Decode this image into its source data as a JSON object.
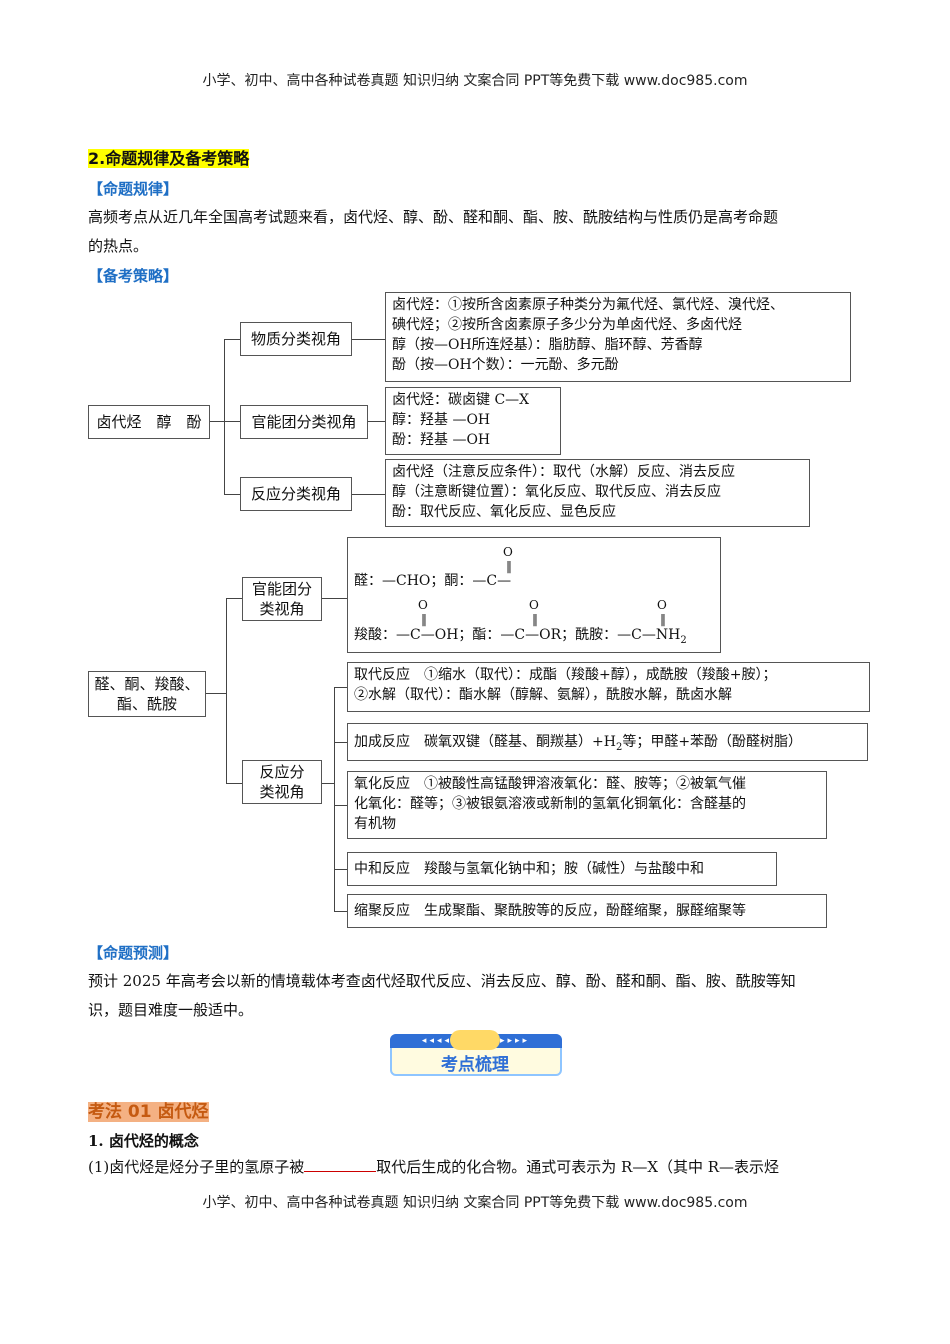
{
  "header": {
    "text": "小学、初中、高中各种试卷真题  知识归纳  文案合同  PPT等免费下载      www.doc985.com"
  },
  "footer": {
    "text": "小学、初中、高中各种试卷真题  知识归纳  文案合同  PPT等免费下载      www.doc985.com"
  },
  "section_title": "2.命题规律及备考策略",
  "rule_heading": "【命题规律】",
  "rule_text_1": "高频考点从近几年全国高考试题来看，卤代烃、醇、酚、醛和酮、酯、胺、酰胺结构与性质仍是高考命题",
  "rule_text_2": "的热点。",
  "strategy_heading": "【备考策略】",
  "map1": {
    "root": "卤代烃　醇　酚",
    "branches": [
      "物质分类视角",
      "官能团分类视角",
      "反应分类视角"
    ],
    "box1": [
      "卤代烃：①按所含卤素原子种类分为氟代烃、氯代烃、溴代烃、",
      "碘代烃；②按所含卤素原子多少分为单卤代烃、多卤代烃",
      "醇（按—OH所连烃基）：脂肪醇、脂环醇、芳香醇",
      "酚（按—OH个数）：一元酚、多元酚"
    ],
    "box2": [
      "卤代烃：碳卤键 C—X",
      "醇：羟基 —OH",
      "酚：羟基 —OH"
    ],
    "box3": [
      "卤代烃（注意反应条件）：取代（水解）反应、消去反应",
      "醇（注意断键位置）：氧化反应、取代反应、消去反应",
      "酚：取代反应、氧化反应、显色反应"
    ]
  },
  "map2": {
    "root": [
      "醛、酮、羧酸、",
      "酯、酰胺"
    ],
    "branch1": [
      "官能团分",
      "类视角"
    ],
    "branch2": [
      "反应分",
      "类视角"
    ],
    "fg": {
      "line1": "醛：—CHO；酮：—C—",
      "line2a": "羧酸：—C—OH；酯：—C—OR；酰胺：—C—NH",
      "sub2": "2",
      "o": "O"
    },
    "r1": [
      "取代反应　①缩水（取代）：成酯（羧酸+醇），成酰胺（羧酸+胺）；",
      "②水解（取代）：酯水解（醇解、氨解），酰胺水解，酰卤水解"
    ],
    "r2a": "加成反应　碳氧双键（醛基、酮羰基）+H",
    "r2sub": "2",
    "r2b": "等；甲醛+苯酚（酚醛树脂）",
    "r3": [
      "氧化反应　①被酸性高锰酸钾溶液氧化：醛、胺等；②被氧气催",
      "化氧化：醛等；③被银氨溶液或新制的氢氧化铜氧化：含醛基的",
      "有机物"
    ],
    "r4": "中和反应　羧酸与氢氧化钠中和；胺（碱性）与盐酸中和",
    "r5": "缩聚反应　生成聚酯、聚酰胺等的反应，酚醛缩聚，脲醛缩聚等"
  },
  "predict_heading": "【命题预测】",
  "predict_1": "预计 2025 年高考会以新的情境载体考查卤代烃取代反应、消去反应、醇、酚、醛和酮、酯、胺、酰胺等知",
  "predict_2": "识，题目难度一般适中。",
  "banner": "考点梳理",
  "kaofa": "考法 01 卤代烃",
  "sub1": "1. 卤代烃的概念",
  "q1a": "(1)卤代烃是烃分子里的氢原子被",
  "q1b": "取代后生成的化合物。通式可表示为 R—X（其中 R—表示烃"
}
